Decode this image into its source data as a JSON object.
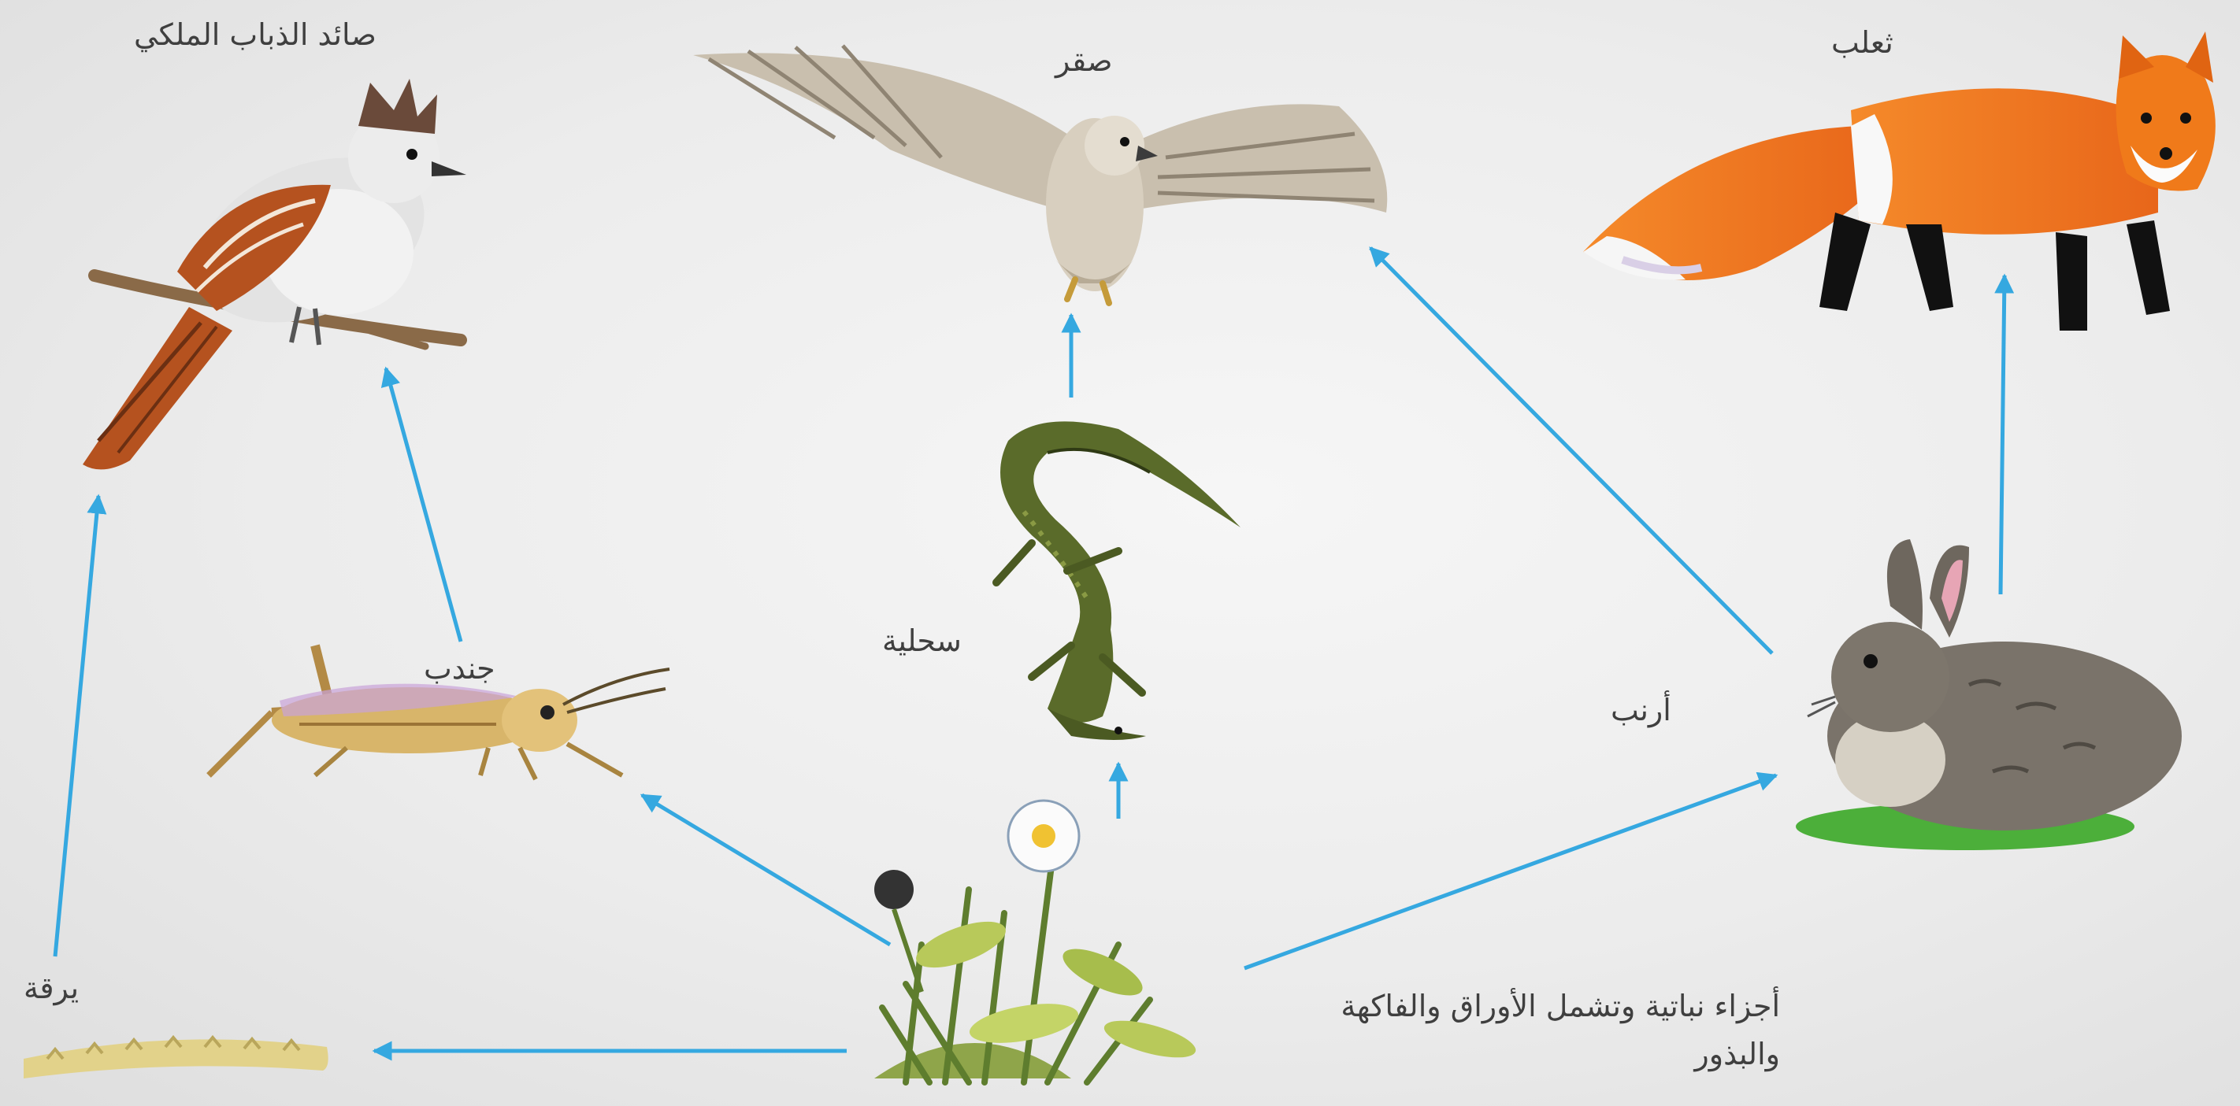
{
  "diagram": {
    "organisms": {
      "flycatcher": {
        "label": "صائد الذباب الملكي"
      },
      "hawk": {
        "label": "صقر"
      },
      "fox": {
        "label": "ثعلب"
      },
      "grasshopper": {
        "label": "جندب"
      },
      "lizard": {
        "label": "سحلية"
      },
      "rabbit": {
        "label": "أرنب"
      },
      "larva": {
        "label": "يرقة"
      },
      "plants": {
        "label": "أجزاء نباتية وتشمل الأوراق والفاكهة والبذور"
      }
    },
    "edges": [
      {
        "from": "plants",
        "to": "larva"
      },
      {
        "from": "plants",
        "to": "grasshopper"
      },
      {
        "from": "plants",
        "to": "lizard"
      },
      {
        "from": "plants",
        "to": "rabbit"
      },
      {
        "from": "larva",
        "to": "flycatcher"
      },
      {
        "from": "grasshopper",
        "to": "flycatcher"
      },
      {
        "from": "lizard",
        "to": "hawk"
      },
      {
        "from": "rabbit",
        "to": "hawk"
      },
      {
        "from": "rabbit",
        "to": "fox"
      }
    ],
    "colors": {
      "arrow": "#35a8e0",
      "fox_orange": "#f07a1a",
      "bird_rust": "#b5521f",
      "grass_green": "#4caf3a",
      "lizard_green": "#5a6b2a",
      "rabbit_gray": "#7a736a",
      "hawk_tan": "#c9bfae",
      "larva_yellow": "#e2d28a"
    }
  }
}
